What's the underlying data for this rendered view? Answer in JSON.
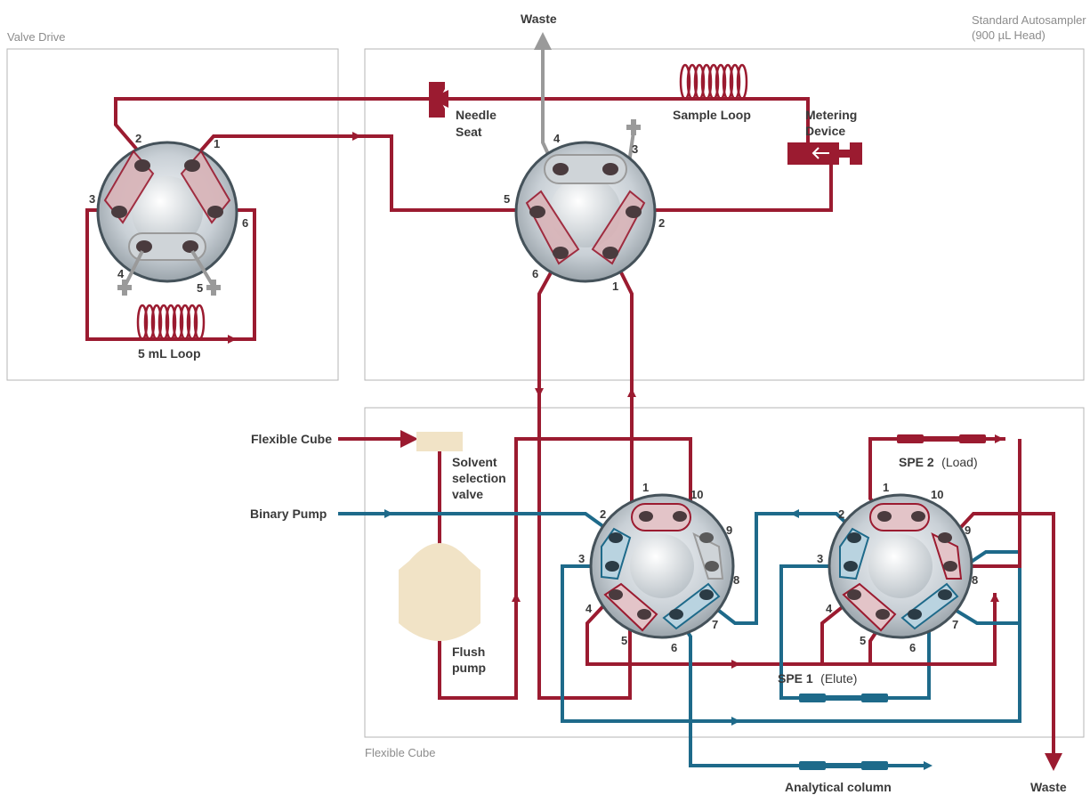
{
  "colors": {
    "red": "#9b1b30",
    "blue": "#1e6a8a",
    "gray": "#9a9a9a",
    "beige": "#f1e3c6",
    "box_border": "#b5b5b5"
  },
  "regions": {
    "valve_drive": "Valve Drive",
    "autosampler_line1": "Standard Autosampler",
    "autosampler_line2": "(900 µL Head)",
    "flexible_cube": "Flexible Cube"
  },
  "labels": {
    "waste_top": "Waste",
    "needle_seat_1": "Needle",
    "needle_seat_2": "Seat",
    "sample_loop": "Sample Loop",
    "metering_1": "Metering",
    "metering_2": "Device",
    "loop_5ml": "5 mL Loop",
    "flexible_cube_input": "Flexible Cube",
    "binary_pump": "Binary Pump",
    "solvent_1": "Solvent",
    "solvent_2": "selection",
    "solvent_3": "valve",
    "flush_1": "Flush",
    "flush_2": "pump",
    "spe2_bold": "SPE 2",
    "spe2_paren": "(Load)",
    "spe1_bold": "SPE 1",
    "spe1_paren": "(Elute)",
    "analytical_column": "Analytical column",
    "waste_bottom": "Waste"
  },
  "valve_drive_ports": [
    "1",
    "2",
    "3",
    "4",
    "5",
    "6"
  ],
  "autosampler_ports": [
    "1",
    "2",
    "3",
    "4",
    "5",
    "6"
  ],
  "left_10port": [
    "1",
    "2",
    "3",
    "4",
    "5",
    "6",
    "7",
    "8",
    "9",
    "10"
  ],
  "right_10port": [
    "1",
    "2",
    "3",
    "4",
    "5",
    "6",
    "7",
    "8",
    "9",
    "10"
  ]
}
